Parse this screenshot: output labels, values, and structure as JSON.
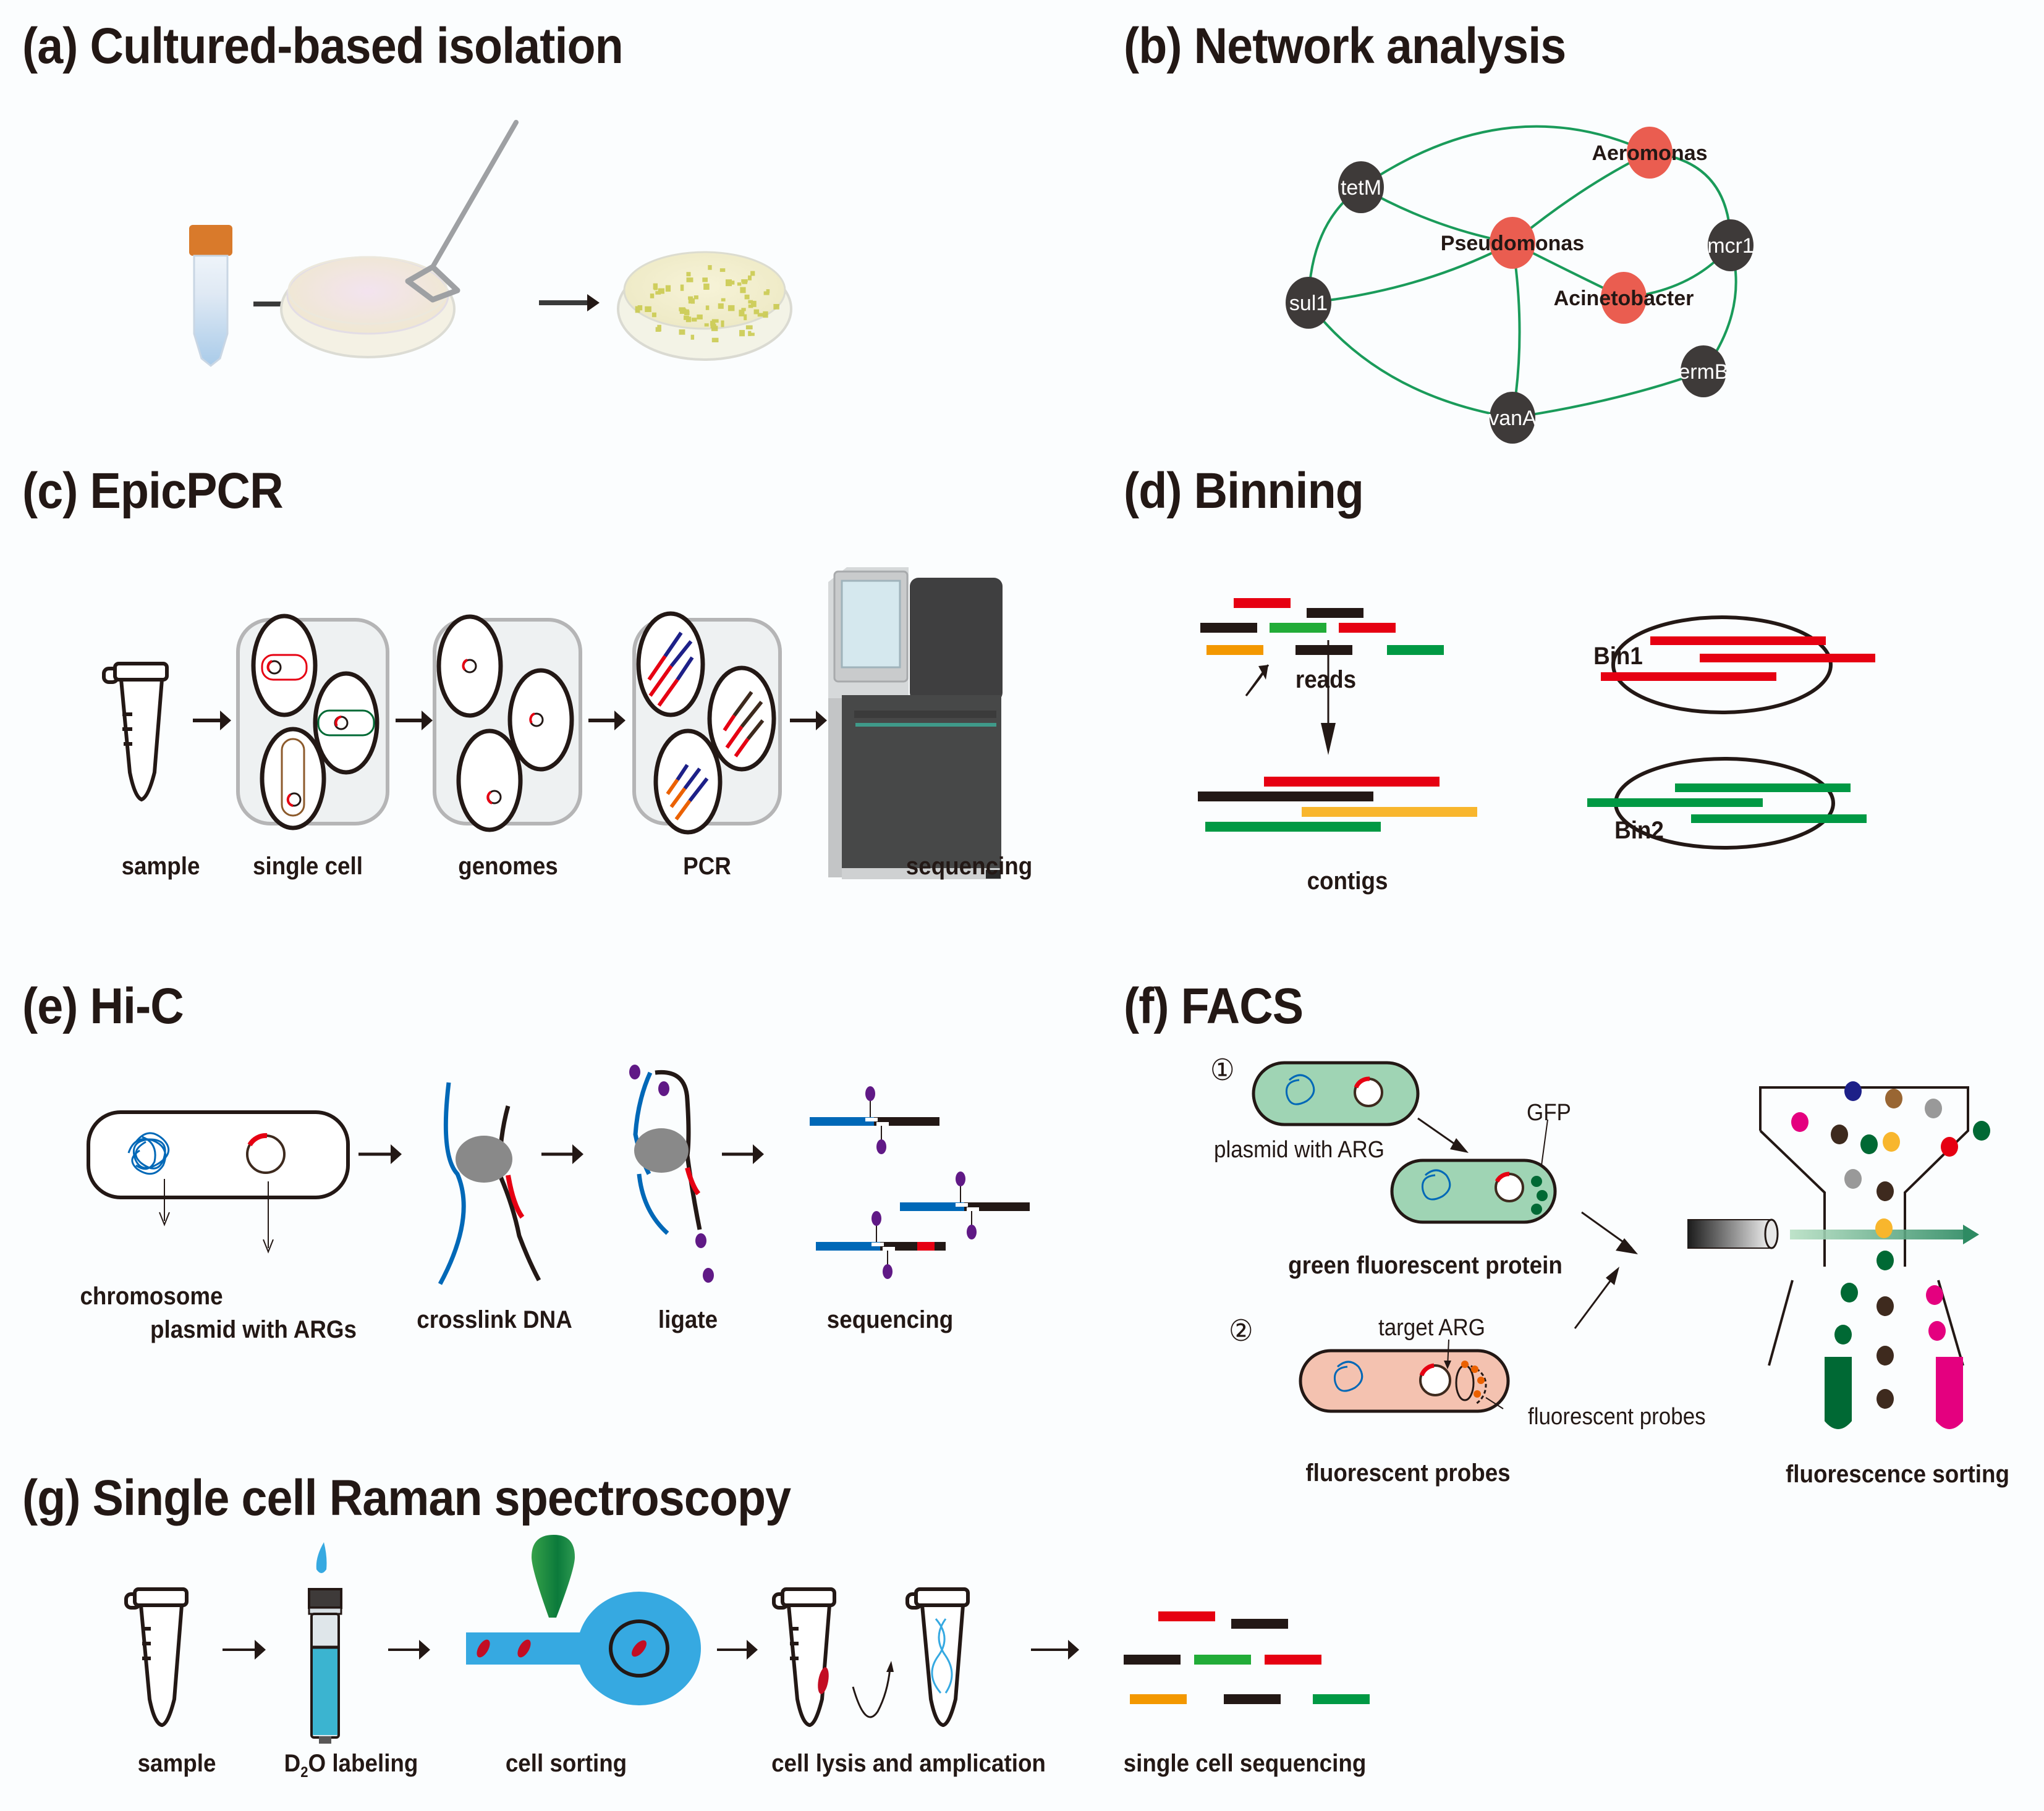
{
  "colors": {
    "text": "#231815",
    "red": "#e60012",
    "green": "#009944",
    "bright_green": "#22ac38",
    "orange": "#f39800",
    "amber": "#f8b62d",
    "black": "#231815",
    "blue": "#0068b7",
    "purple": "#601986",
    "edge_green": "#1a9b5a",
    "node_red": "#ea5d50",
    "node_dark": "#3e3a39",
    "sky": "#36a9e1",
    "gfp_cell": "#9fd4b4",
    "probe_cell": "#f4c2b0",
    "magenta": "#e4007f"
  },
  "panels": {
    "a": {
      "letter": "(a)",
      "title": "Cultured-based isolation",
      "steps": [
        "sample tube",
        "plate spreading",
        "colonies"
      ]
    },
    "b": {
      "letter": "(b)",
      "title": "Network analysis",
      "nodes": [
        {
          "id": "tetM",
          "label": "tetM",
          "type": "gene"
        },
        {
          "id": "Aeromonas",
          "label": "Aeromonas",
          "type": "taxon"
        },
        {
          "id": "Pseudomonas",
          "label": "Pseudomonas",
          "type": "taxon"
        },
        {
          "id": "mcr1",
          "label": "mcr1",
          "type": "gene"
        },
        {
          "id": "Acinetobacter",
          "label": "Acinetobacter",
          "type": "taxon"
        },
        {
          "id": "sul1",
          "label": "sul1",
          "type": "gene"
        },
        {
          "id": "ermB",
          "label": "ermB",
          "type": "gene"
        },
        {
          "id": "vanA",
          "label": "vanA",
          "type": "gene"
        }
      ],
      "edges": [
        [
          "tetM",
          "Aeromonas"
        ],
        [
          "tetM",
          "Pseudomonas"
        ],
        [
          "tetM",
          "sul1"
        ],
        [
          "Aeromonas",
          "Pseudomonas"
        ],
        [
          "Aeromonas",
          "mcr1"
        ],
        [
          "Pseudomonas",
          "Acinetobacter"
        ],
        [
          "Pseudomonas",
          "sul1"
        ],
        [
          "Pseudomonas",
          "vanA"
        ],
        [
          "Acinetobacter",
          "mcr1"
        ],
        [
          "mcr1",
          "ermB"
        ],
        [
          "ermB",
          "vanA"
        ],
        [
          "sul1",
          "vanA"
        ]
      ]
    },
    "c": {
      "letter": "(c)",
      "title": "EpicPCR",
      "labels": [
        "sample",
        "single cell",
        "genomes",
        "PCR",
        "sequencing"
      ]
    },
    "d": {
      "letter": "(d)",
      "title": "Binning",
      "reads_label": "reads",
      "contigs_label": "contigs",
      "bins": [
        "Bin1",
        "Bin2"
      ],
      "reads": [
        [
          "red",
          "black"
        ],
        [
          "black",
          "bright_green",
          "red"
        ],
        [
          "orange",
          "black",
          "green"
        ]
      ],
      "contigs": [
        "red",
        "black",
        "amber",
        "green"
      ]
    },
    "e": {
      "letter": "(e)",
      "title": "Hi-C",
      "labels": {
        "chromosome": "chromosome",
        "plasmid": "plasmid with ARGs",
        "crosslink": "crosslink DNA",
        "ligate": "ligate",
        "sequencing": "sequencing"
      }
    },
    "f": {
      "letter": "(f)",
      "title": "FACS",
      "step1_marker": "①",
      "step2_marker": "②",
      "labels": {
        "plasmid": "plasmid with ARG",
        "gfp": "GFP",
        "gfp_caption": "green fluorescent protein",
        "target": "target ARG",
        "probes": "fluorescent probes",
        "probes_caption": "fluorescent probes",
        "sorting_caption": "fluorescence sorting"
      }
    },
    "g": {
      "letter": "(g)",
      "title": "Single cell Raman spectroscopy",
      "labels": {
        "sample": "sample",
        "d2o_prefix": "D",
        "d2o_sub": "2",
        "d2o_suffix": "O labeling",
        "sorting": "cell sorting",
        "lysis": "cell lysis and amplication",
        "sequencing": "single cell sequencing"
      }
    }
  }
}
